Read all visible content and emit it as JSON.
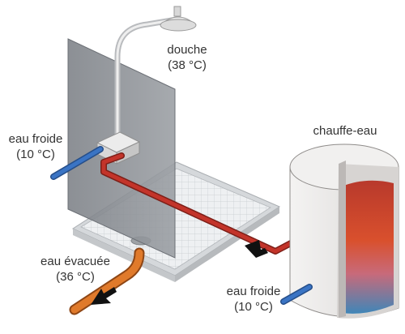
{
  "labels": {
    "douche": {
      "name": "douche",
      "temp": "(38 °C)"
    },
    "cold_water_left": {
      "name": "eau froide",
      "temp": "(10 °C)"
    },
    "water_heater": {
      "name": "chauffe-eau"
    },
    "drain_water": {
      "name": "eau évacuée",
      "temp": "(36 °C)"
    },
    "cold_water_right": {
      "name": "eau froide",
      "temp": "(10 °C)"
    }
  },
  "colors": {
    "hot_pipe": "#c3342a",
    "cold_pipe": "#3a74c4",
    "drain_pipe": "#e07a2b",
    "arrow": "#111111",
    "wall": "#8f9398",
    "tray": "#e6e8ea"
  }
}
